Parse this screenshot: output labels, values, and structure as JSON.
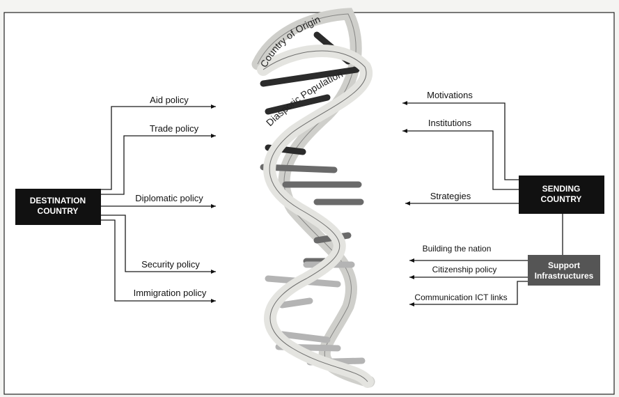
{
  "destination": {
    "line1": "DESTINATION",
    "line2": "COUNTRY",
    "policies": [
      "Aid policy",
      "Trade policy",
      "Diplomatic policy",
      "Security policy",
      "Immigration policy"
    ]
  },
  "sending": {
    "line1": "SENDING",
    "line2": "COUNTRY",
    "items": [
      "Motivations",
      "Institutions",
      "Strategies"
    ]
  },
  "support": {
    "line1": "Support",
    "line2": "Infrastructures",
    "items": [
      "Building the nation",
      "Citizenship policy",
      "Communication ICT links"
    ]
  },
  "helix": {
    "strand1": "Country of Origin",
    "strand2": "Diasporic Population"
  },
  "colors": {
    "box": "#111111",
    "support_box": "#555555",
    "strand": "#e2e2de",
    "rung_dark": "#2b2b2b",
    "rung_mid": "#6a6a6a",
    "rung_light": "#b4b4b4"
  }
}
